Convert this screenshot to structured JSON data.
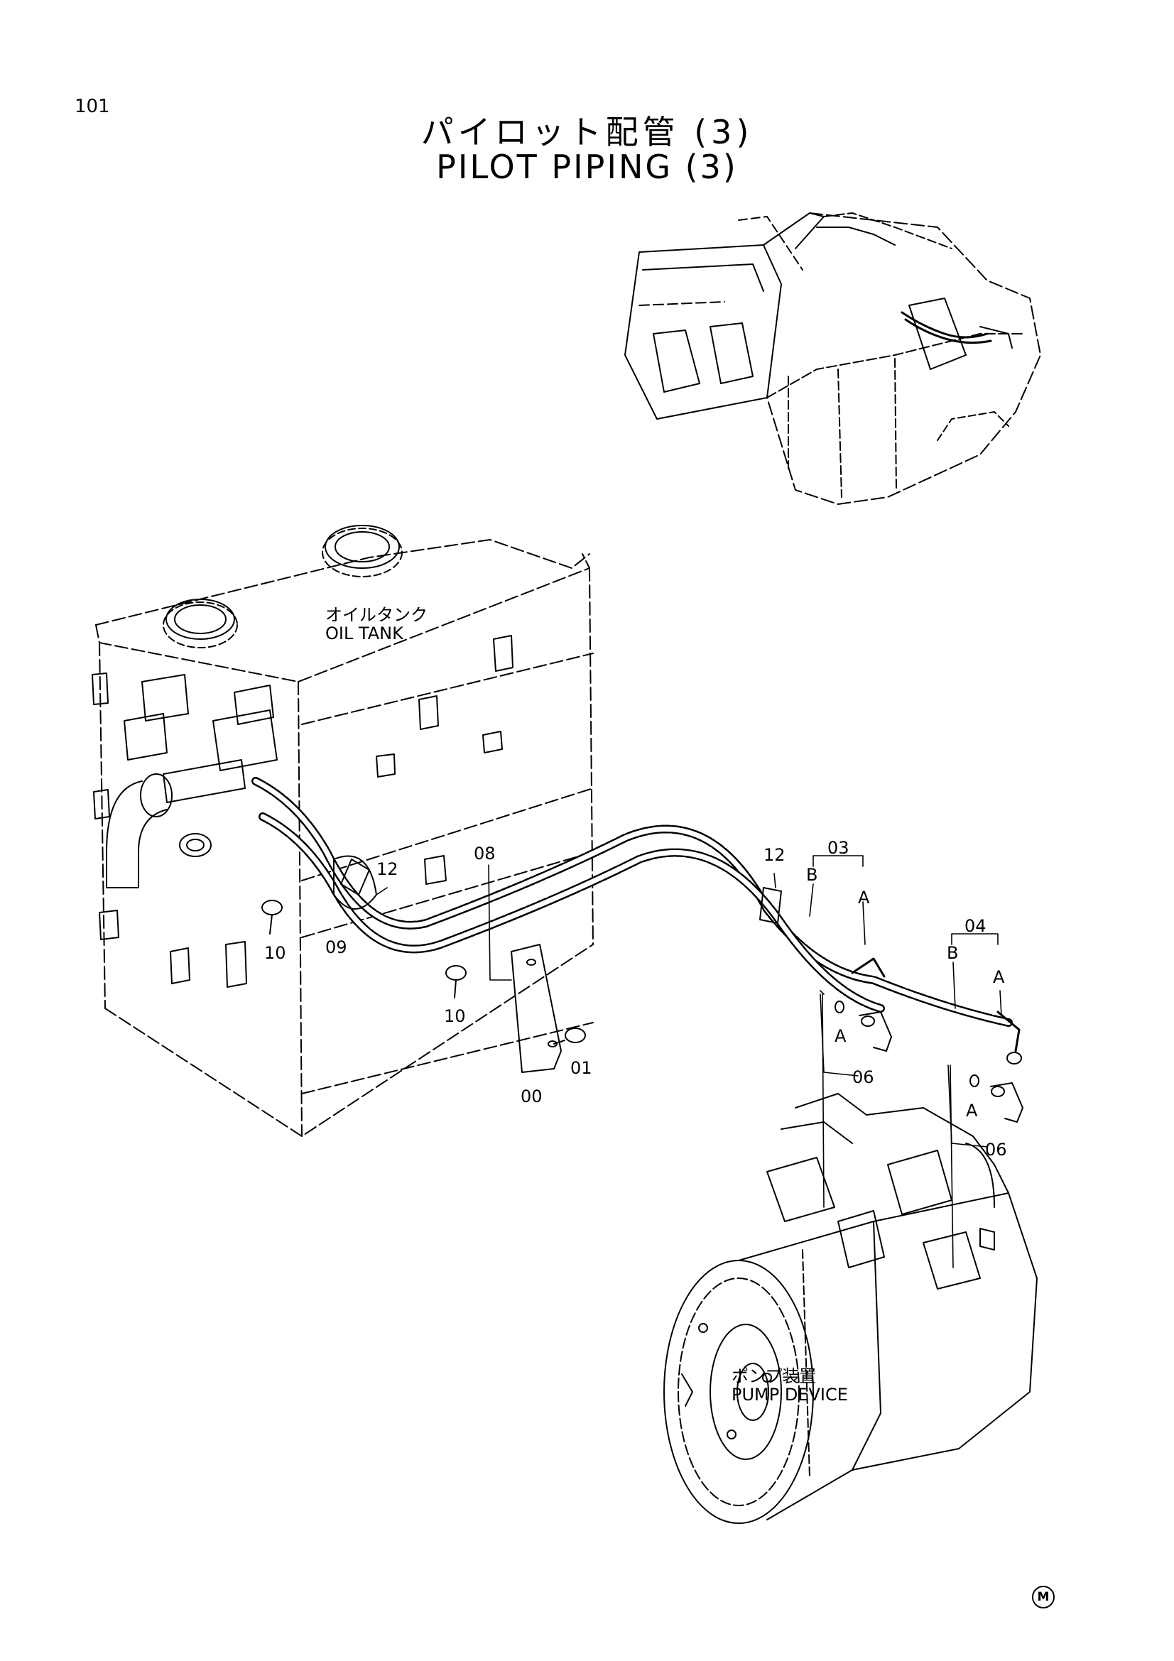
{
  "page_number": "101",
  "title_jp": "パイロット配管 (3)",
  "title_en": "PILOT PIPING (3)",
  "labels": {
    "oil_tank_jp": "オイルタンク",
    "oil_tank_en": "OIL TANK",
    "pump_device_jp": "ポンプ装置",
    "pump_device_en": "PUMP DEVICE"
  },
  "callouts": {
    "p00": "00",
    "p01": "01",
    "p03": "03",
    "p04": "04",
    "p06a": "06",
    "p06b": "06",
    "p08": "08",
    "p09": "09",
    "p10a": "10",
    "p10b": "10",
    "p12a": "12",
    "p12b": "12",
    "a1": "A",
    "b1": "B",
    "a2": "A",
    "b2": "B",
    "a3": "A",
    "a4": "A"
  },
  "footer_mark": "M",
  "colors": {
    "line": "#000000",
    "background": "#ffffff"
  }
}
